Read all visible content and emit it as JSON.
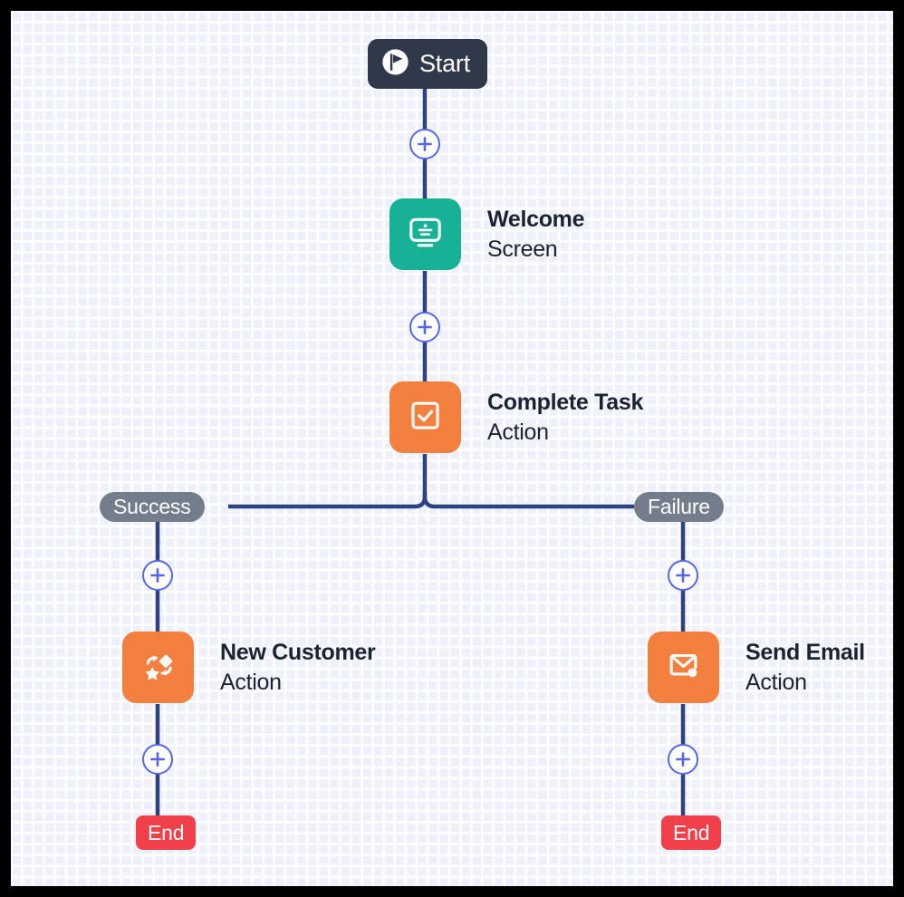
{
  "canvas": {
    "background_color": "#eef1fb",
    "grid_line_color": "#fdfdff",
    "edge_color": "#2b4284",
    "frame_color": "#000000"
  },
  "colors": {
    "start_node": "#2f3949",
    "end_node": "#f2404a",
    "screen_node": "#17b295",
    "action_node": "#f4803f",
    "branch_label": "#747d8c",
    "plus_accent": "#5566e8",
    "text": "#1c2330"
  },
  "nodes": {
    "start": {
      "label": "Start",
      "icon": "flag-circle-icon"
    },
    "welcome_screen": {
      "title": "Welcome",
      "subtitle": "Screen",
      "type_label": "Screen",
      "icon": "monitor-screen-icon"
    },
    "complete_task": {
      "title": "Complete Task",
      "subtitle": "Action",
      "type_label": "Action",
      "icon": "clipboard-check-icon"
    },
    "new_customer": {
      "title": "New Customer",
      "subtitle": "Action",
      "type_label": "Action",
      "icon": "sparkle-shapes-icon"
    },
    "send_email": {
      "title": "Send Email",
      "subtitle": "Action",
      "type_label": "Action",
      "icon": "envelope-dot-icon"
    },
    "end_success": {
      "label": "End"
    },
    "end_failure": {
      "label": "End"
    }
  },
  "branches": {
    "success": {
      "label": "Success"
    },
    "failure": {
      "label": "Failure"
    }
  },
  "add_buttons": {
    "icon": "plus-icon",
    "start_to_welcome": "plus-icon",
    "welcome_to_task": "plus-icon",
    "success_to_new_customer": "plus-icon",
    "new_customer_to_end": "plus-icon",
    "failure_to_send_email": "plus-icon",
    "send_email_to_end": "plus-icon"
  }
}
